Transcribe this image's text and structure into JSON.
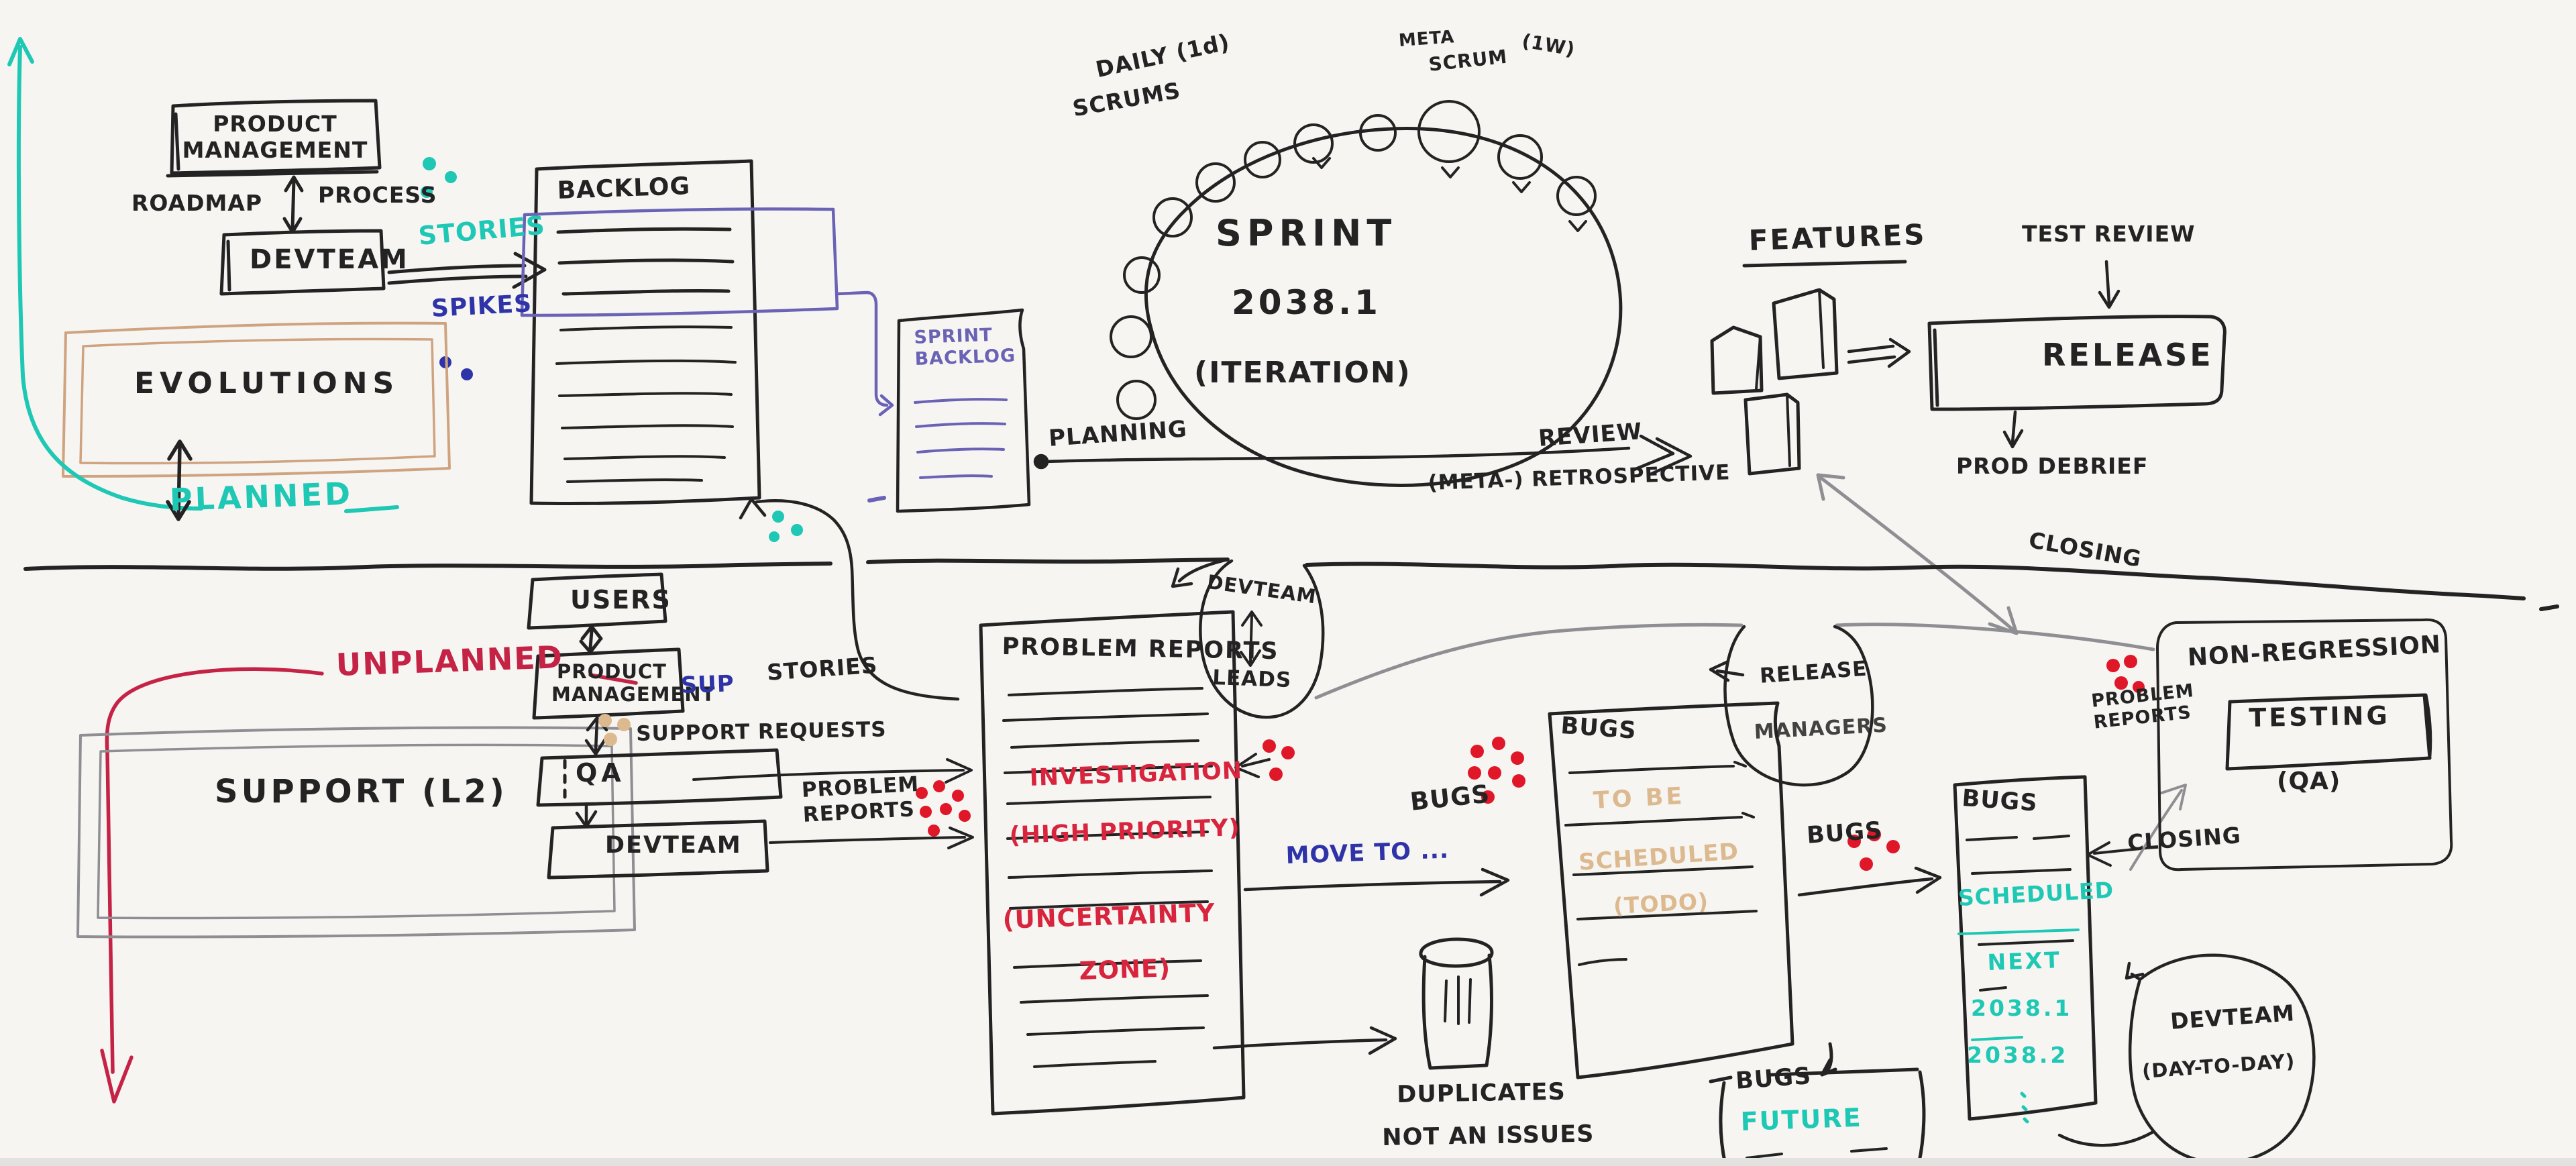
{
  "palette": {
    "bg": "#f6f5f2",
    "ink": "#232323",
    "teal": "#1ec8b4",
    "navy": "#2e34a8",
    "purple": "#6a63b5",
    "red": "#c52346",
    "red_text": "#d8243c",
    "red_dot": "#e01728",
    "tan": "#dcb98e",
    "peach": "#cfa380",
    "gray": "#8e8e93"
  },
  "planned": {
    "product_management": "PRODUCT\nMANAGEMENT",
    "roadmap": "ROADMAP",
    "process": "PROCESS",
    "devteam": "DEVTEAM",
    "stories": "STORIES",
    "spikes": "SPIKES",
    "backlog": "BACKLOG",
    "sprint_backlog": "SPRINT\nBACKLOG",
    "evolutions": "EVOLUTIONS",
    "planned_label": "PLANNED",
    "sprint": {
      "title": "SPRINT",
      "version": "2038.1",
      "subtitle": "(ITERATION)",
      "daily1": "DAILY (1d)",
      "daily2": "SCRUMS",
      "meta1": "META",
      "meta2": "SCRUM",
      "meta3": "(1W)",
      "planning": "PLANNING",
      "review": "REVIEW",
      "retrospective": "(META-) RETROSPECTIVE"
    },
    "features": "FEATURES",
    "test_review": "TEST REVIEW",
    "release": "RELEASE",
    "prod_debrief": "PROD DEBRIEF",
    "closing": "CLOSING"
  },
  "unplanned": {
    "unplanned_label": "UNPLANNED",
    "support": "SUPPORT (L2)",
    "users": "USERS",
    "product_management": "PRODUCT\nMANAGEMENT",
    "sup": "SUP",
    "stories": "STORIES",
    "support_requests": "SUPPORT REQUESTS",
    "qa": "QA",
    "devteam": "DEVTEAM",
    "problem_reports_label": "PROBLEM\nREPORTS",
    "problem_reports_doc": {
      "title": "PROBLEM REPORTS",
      "investigation": "INVESTIGATION",
      "high_priority": "(HIGH PRIORITY)",
      "uncertainty": "(UNCERTAINTY",
      "zone": "ZONE)"
    },
    "devteam_leads": {
      "line1": "DEVTEAM",
      "line2": "LEADS"
    },
    "move_to": "MOVE TO ...",
    "bugs_label": "BUGS",
    "bugs_doc": {
      "title": "BUGS",
      "to_be": "TO BE",
      "scheduled": "SCHEDULED",
      "todo": "(TODO)"
    },
    "release_managers": {
      "line1": "RELEASE",
      "line2": "MANAGERS"
    },
    "bugs_label2": "BUGS",
    "scheduled_doc": {
      "title": "BUGS",
      "scheduled": "SCHEDULED",
      "next": "NEXT",
      "version1": "2038.1",
      "version2": "2038.2"
    },
    "closing": "CLOSING",
    "nrt": {
      "line1": "NON-REGRESSION",
      "line2": "TESTING",
      "line3": "(QA)",
      "problem_reports": "PROBLEM\nREPORTS"
    },
    "trash": {
      "line1": "DUPLICATES",
      "line2": "NOT AN ISSUES"
    },
    "future_doc": {
      "title": "BUGS",
      "label": "FUTURE"
    },
    "devteam_day": {
      "line1": "DEVTEAM",
      "line2": "(DAY-TO-DAY)"
    }
  }
}
